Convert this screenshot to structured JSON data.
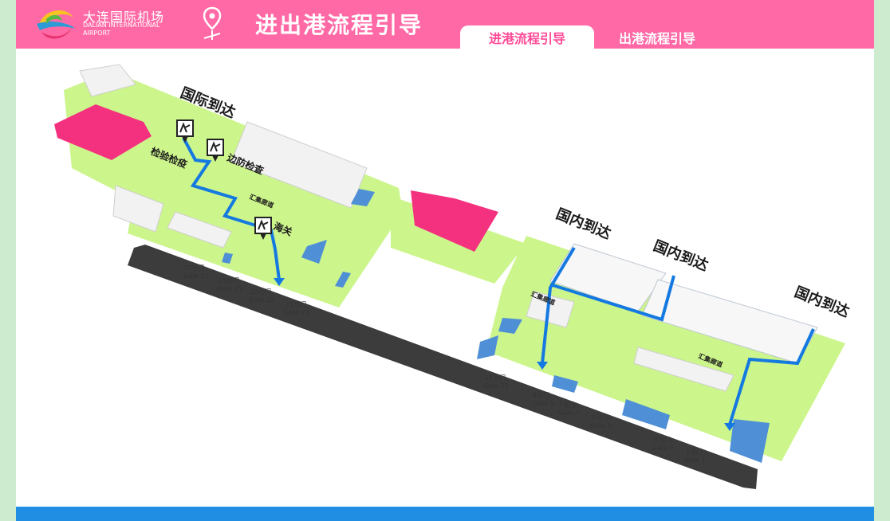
{
  "header": {
    "logo_cn": "大连国际机场",
    "logo_en": "DALIAN INTERNATIONAL AIRPORT",
    "title": "进出港流程引导",
    "tabs": [
      {
        "label": "进港流程引导",
        "active": true
      },
      {
        "label": "出港流程引导",
        "active": false
      }
    ]
  },
  "map": {
    "areas": {
      "intl_arrival": "国际到达",
      "quarantine": "检验检疫",
      "border_check": "边防检查",
      "customs": "海关",
      "domestic_arrival_1": "国内到达",
      "domestic_arrival_2": "国内到达",
      "domestic_arrival_3": "国内到达",
      "corridor_1": "汇集廊道",
      "corridor_2": "汇集廊道",
      "corridor_3": "汇集廊道"
    },
    "gates": [
      {
        "cn": "27号门",
        "en": "Gate 27"
      },
      {
        "cn": "25号门",
        "en": "Gate 25"
      },
      {
        "cn": "23号门",
        "en": "Gate 23"
      },
      {
        "cn": "21号门",
        "en": "Gate 21"
      },
      {
        "cn": "11号门",
        "en": "Gate 11"
      },
      {
        "cn": "9号门",
        "en": "Gate 9"
      },
      {
        "cn": "7号门",
        "en": "Gate 7"
      },
      {
        "cn": "5号门",
        "en": "Gate 5"
      },
      {
        "cn": "3号门",
        "en": "Gate 3"
      },
      {
        "cn": "1号门",
        "en": "Gate 1"
      }
    ]
  },
  "colors": {
    "header": "#ff6aa6",
    "floor": "#ccf58c",
    "route": "#1479e0",
    "block_pink": "#f4317f",
    "block_blue": "#4f8fd6",
    "road": "#3c3c3c",
    "footer": "#1f8ee3"
  }
}
